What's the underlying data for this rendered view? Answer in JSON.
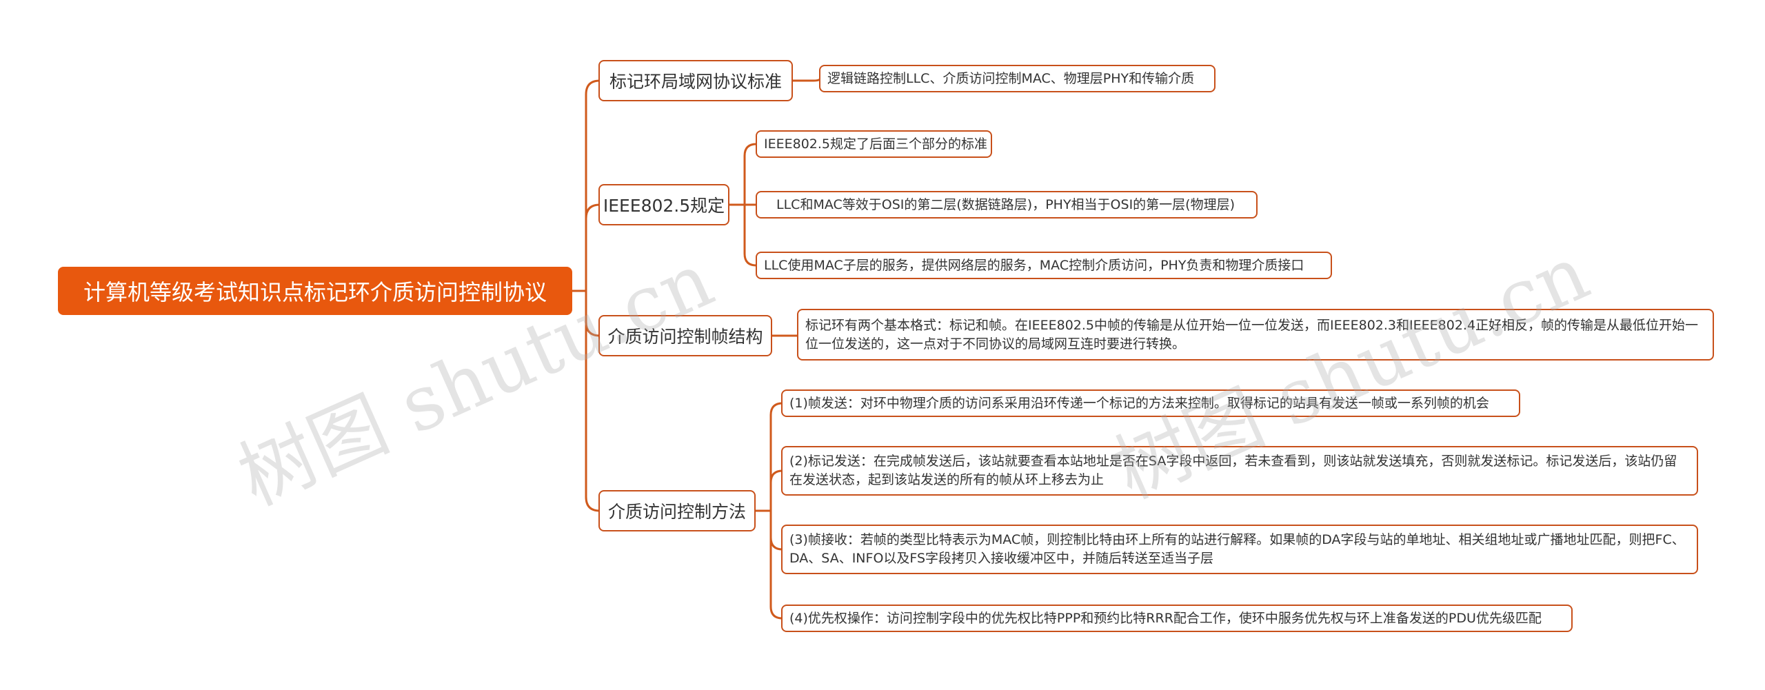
{
  "root": {
    "title": "计算机等级考试知识点标记环介质访问控制协议"
  },
  "branches": [
    {
      "label": "标记环局域网协议标准",
      "children": [
        "逻辑链路控制LLC、介质访问控制MAC、物理层PHY和传输介质"
      ]
    },
    {
      "label": "IEEE802.5规定",
      "children": [
        "IEEE802.5规定了后面三个部分的标准",
        "LLC和MAC等效于OSI的第二层(数据链路层)，PHY相当于OSI的第一层(物理层)",
        "LLC使用MAC子层的服务，提供网络层的服务，MAC控制介质访问，PHY负责和物理介质接口"
      ]
    },
    {
      "label": "介质访问控制帧结构",
      "children": [
        "标记环有两个基本格式：标记和帧。在IEEE802.5中帧的传输是从位开始一位一位发送，而IEEE802.3和IEEE802.4正好相反，帧的传输是从最低位开始一位一位发送的，这一点对于不同协议的局域网互连时要进行转换。"
      ]
    },
    {
      "label": "介质访问控制方法",
      "children": [
        "(1)帧发送：对环中物理介质的访问系采用沿环传递一个标记的方法来控制。取得标记的站具有发送一帧或一系列帧的机会",
        "(2)标记发送：在完成帧发送后，该站就要查看本站地址是否在SA字段中返回，若未查看到，则该站就发送填充，否则就发送标记。标记发送后，该站仍留在发送状态，起到该站发送的所有的帧从环上移去为止",
        "(3)帧接收：若帧的类型比特表示为MAC帧，则控制比特由环上所有的站进行解释。如果帧的DA字段与站的单地址、相关组地址或广播地址匹配，则把FC、DA、SA、INFO以及FS字段拷贝入接收缓冲区中，并随后转送至适当子层",
        "(4)优先权操作：访问控制字段中的优先权比特PPP和预约比特RRR配合工作，使环中服务优先权与环上准备发送的PDU优先级匹配"
      ]
    }
  ],
  "watermarks": [
    "树图 shutu.cn",
    "树图 shutu.cn"
  ],
  "colors": {
    "root_fill": "#e8580e",
    "connector": "#d05a1c",
    "node_border": "#c8501a"
  }
}
